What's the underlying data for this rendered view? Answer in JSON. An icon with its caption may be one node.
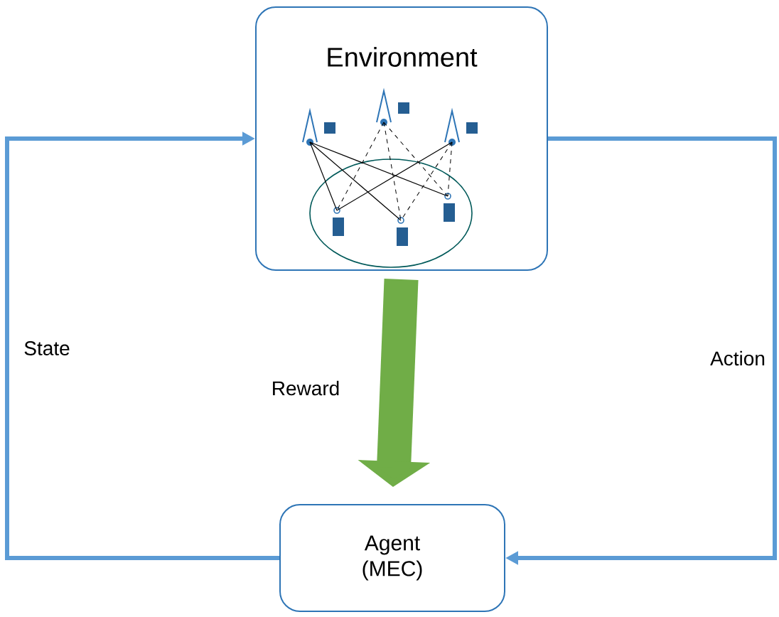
{
  "diagram": {
    "nodes": [
      {
        "text": [
          "Environment"
        ]
      },
      {
        "text": [
          "Agent (MEC)"
        ]
      }
    ],
    "edges": [
      {
        "from": 0,
        "to": 1,
        "arrow": "to",
        "label": "Reward",
        "style": "thick",
        "color": "#70ad47"
      },
      {
        "from": 1,
        "to": 0,
        "arrow": "to",
        "label": "State"
      },
      {
        "from": 0,
        "to": 1,
        "arrow": "to",
        "label": "Action"
      }
    ]
  }
}
